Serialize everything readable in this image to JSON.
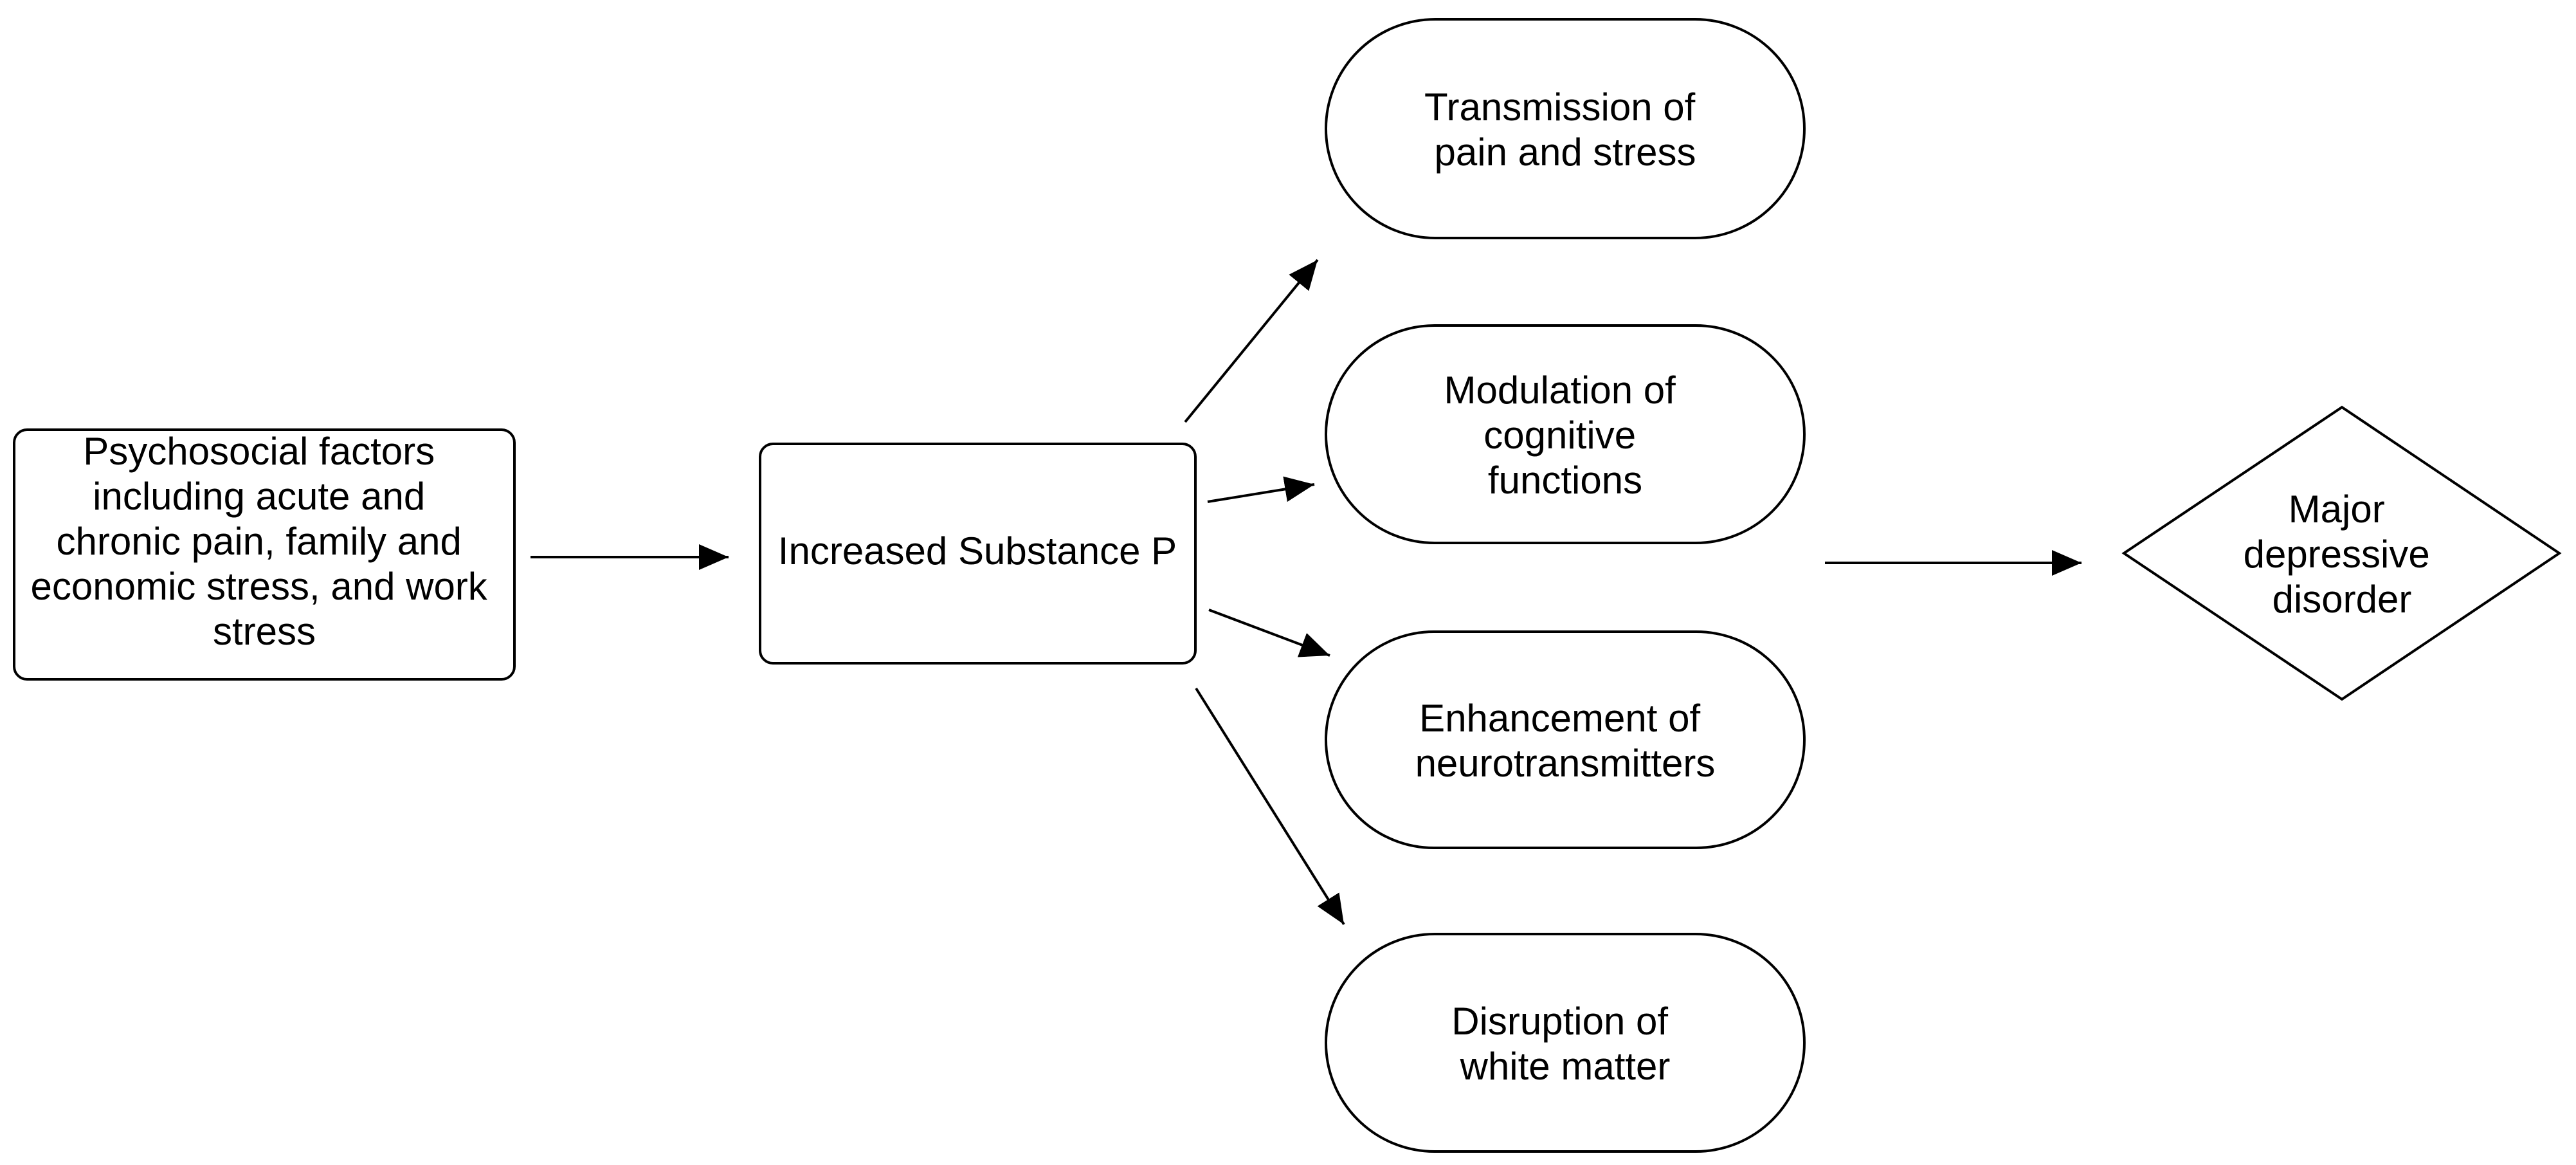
{
  "nodes": {
    "source": {
      "lines": [
        "Psychosocial factors",
        "including acute and",
        "chronic pain, family and",
        "economic stress, and work",
        "stress"
      ]
    },
    "substance_p": {
      "lines": [
        "Increased Substance P"
      ]
    },
    "effects": [
      {
        "lines": [
          "Transmission of",
          "pain and stress"
        ]
      },
      {
        "lines": [
          "Modulation of",
          "cognitive",
          "functions"
        ]
      },
      {
        "lines": [
          "Enhancement of",
          "neurotransmitters"
        ]
      },
      {
        "lines": [
          "Disruption of",
          "white matter"
        ]
      }
    ],
    "outcome": {
      "lines": [
        "Major",
        "depressive",
        "disorder"
      ]
    }
  },
  "edges": [
    {
      "from": "source",
      "to": "substance_p"
    },
    {
      "from": "substance_p",
      "to": "effects.0"
    },
    {
      "from": "substance_p",
      "to": "effects.1"
    },
    {
      "from": "substance_p",
      "to": "effects.2"
    },
    {
      "from": "substance_p",
      "to": "effects.3"
    },
    {
      "from": "effects",
      "to": "outcome"
    }
  ]
}
